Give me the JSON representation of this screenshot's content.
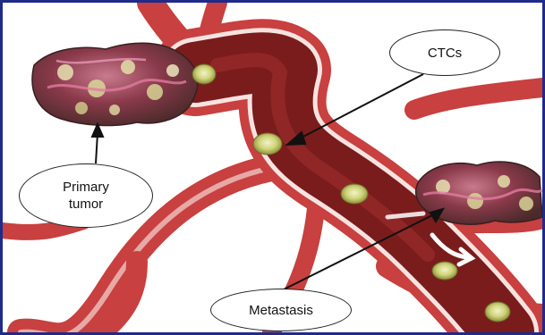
{
  "figure": {
    "border_color": "#1f2a8a",
    "vessel_color": "#c8403f",
    "lumen_color": "#7a1c1c",
    "cell_color": "#cfd47a",
    "tumor_color": "#8a3a4a"
  },
  "labels": {
    "ctcs": "CTCs",
    "primary_tumor_line1": "Primary",
    "primary_tumor_line2": "tumor",
    "metastasis": "Metastasis"
  }
}
